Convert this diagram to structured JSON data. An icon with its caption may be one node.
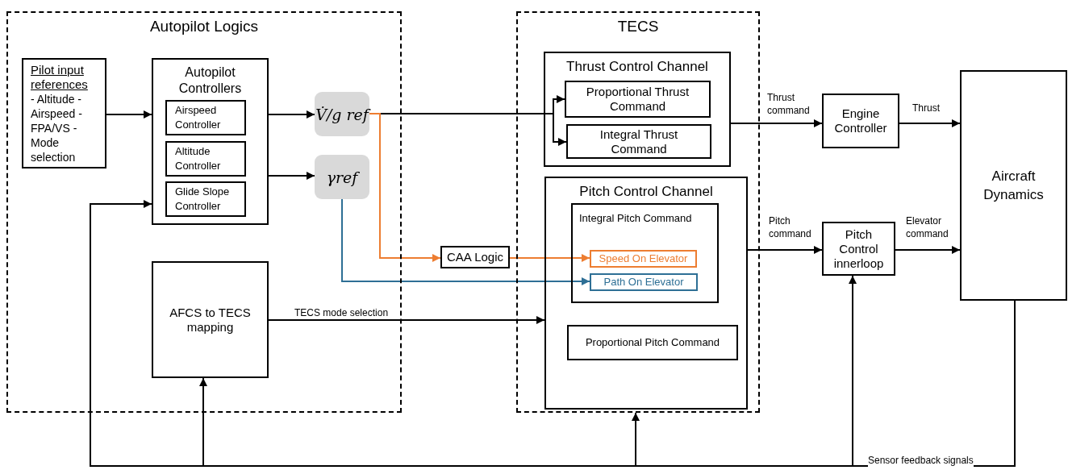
{
  "diagram": {
    "nodes": [
      {
        "text": [
          "Autopilot Logics"
        ]
      },
      {
        "text": [
          "Pilot input references",
          "- Altitude - Airspeed - FPA/VS - Mode selection"
        ],
        "in": 0
      },
      {
        "text": [
          "Autopilot Controllers"
        ],
        "in": 0
      },
      {
        "text": [
          "Airspeed Controller"
        ],
        "in": 2
      },
      {
        "text": [
          "Altitude Controller"
        ],
        "in": 2
      },
      {
        "text": [
          "Glide Slope Controller"
        ],
        "in": 2
      },
      {
        "text": [
          "V̇/g ref"
        ],
        "in": 0
      },
      {
        "text": [
          "γref"
        ],
        "in": 0
      },
      {
        "text": [
          "AFCS to TECS mapping"
        ],
        "in": 0
      },
      {
        "text": [
          "TECS"
        ]
      },
      {
        "text": [
          "Thrust Control Channel"
        ],
        "in": 9
      },
      {
        "text": [
          "Proportional Thrust Command"
        ],
        "in": 10
      },
      {
        "text": [
          "Integral Thrust Command"
        ],
        "in": 10
      },
      {
        "text": [
          "Pitch Control Channel"
        ],
        "in": 9
      },
      {
        "text": [
          "Integral Pitch Command"
        ],
        "in": 13
      },
      {
        "text": [
          "Speed On Elevator"
        ],
        "in": 14
      },
      {
        "text": [
          "Path On Elevator"
        ],
        "in": 14
      },
      {
        "text": [
          "Proportional Pitch Command"
        ],
        "in": 13
      },
      {
        "text": [
          "CAA Logic"
        ]
      },
      {
        "text": [
          "Engine Controller"
        ]
      },
      {
        "text": [
          "Pitch Control innerloop"
        ]
      },
      {
        "text": [
          "Aircraft Dynamics"
        ]
      }
    ],
    "edges": [
      {
        "from": 1,
        "to": 2,
        "arrow": "to"
      },
      {
        "from": 2,
        "to": 6,
        "arrow": "to"
      },
      {
        "from": 2,
        "to": 7,
        "arrow": "to"
      },
      {
        "from": 6,
        "to": 11,
        "arrow": "to"
      },
      {
        "from": 6,
        "to": 12,
        "arrow": "to"
      },
      {
        "from": 6,
        "to": 18,
        "arrow": "to",
        "color": "#ed7d31"
      },
      {
        "from": 18,
        "to": 15,
        "arrow": "to",
        "color": "#ed7d31"
      },
      {
        "from": 7,
        "to": 16,
        "arrow": "to",
        "color": "#2e6f95"
      },
      {
        "from": 8,
        "to": 13,
        "arrow": "to",
        "label": "TECS mode selection"
      },
      {
        "from": 10,
        "to": 19,
        "arrow": "to",
        "label": "Thrust command"
      },
      {
        "from": 19,
        "to": 21,
        "arrow": "to",
        "label": "Thrust"
      },
      {
        "from": 13,
        "to": 20,
        "arrow": "to",
        "label": "Pitch command"
      },
      {
        "from": 20,
        "to": 21,
        "arrow": "to",
        "label": "Elevator command"
      },
      {
        "from": 21,
        "to": 20,
        "arrow": "to",
        "label": "Sensor feedback signals"
      },
      {
        "from": 21,
        "to": 9,
        "arrow": "to"
      },
      {
        "from": 21,
        "to": 8,
        "arrow": "to"
      },
      {
        "from": 21,
        "to": 2,
        "arrow": "to"
      }
    ]
  }
}
